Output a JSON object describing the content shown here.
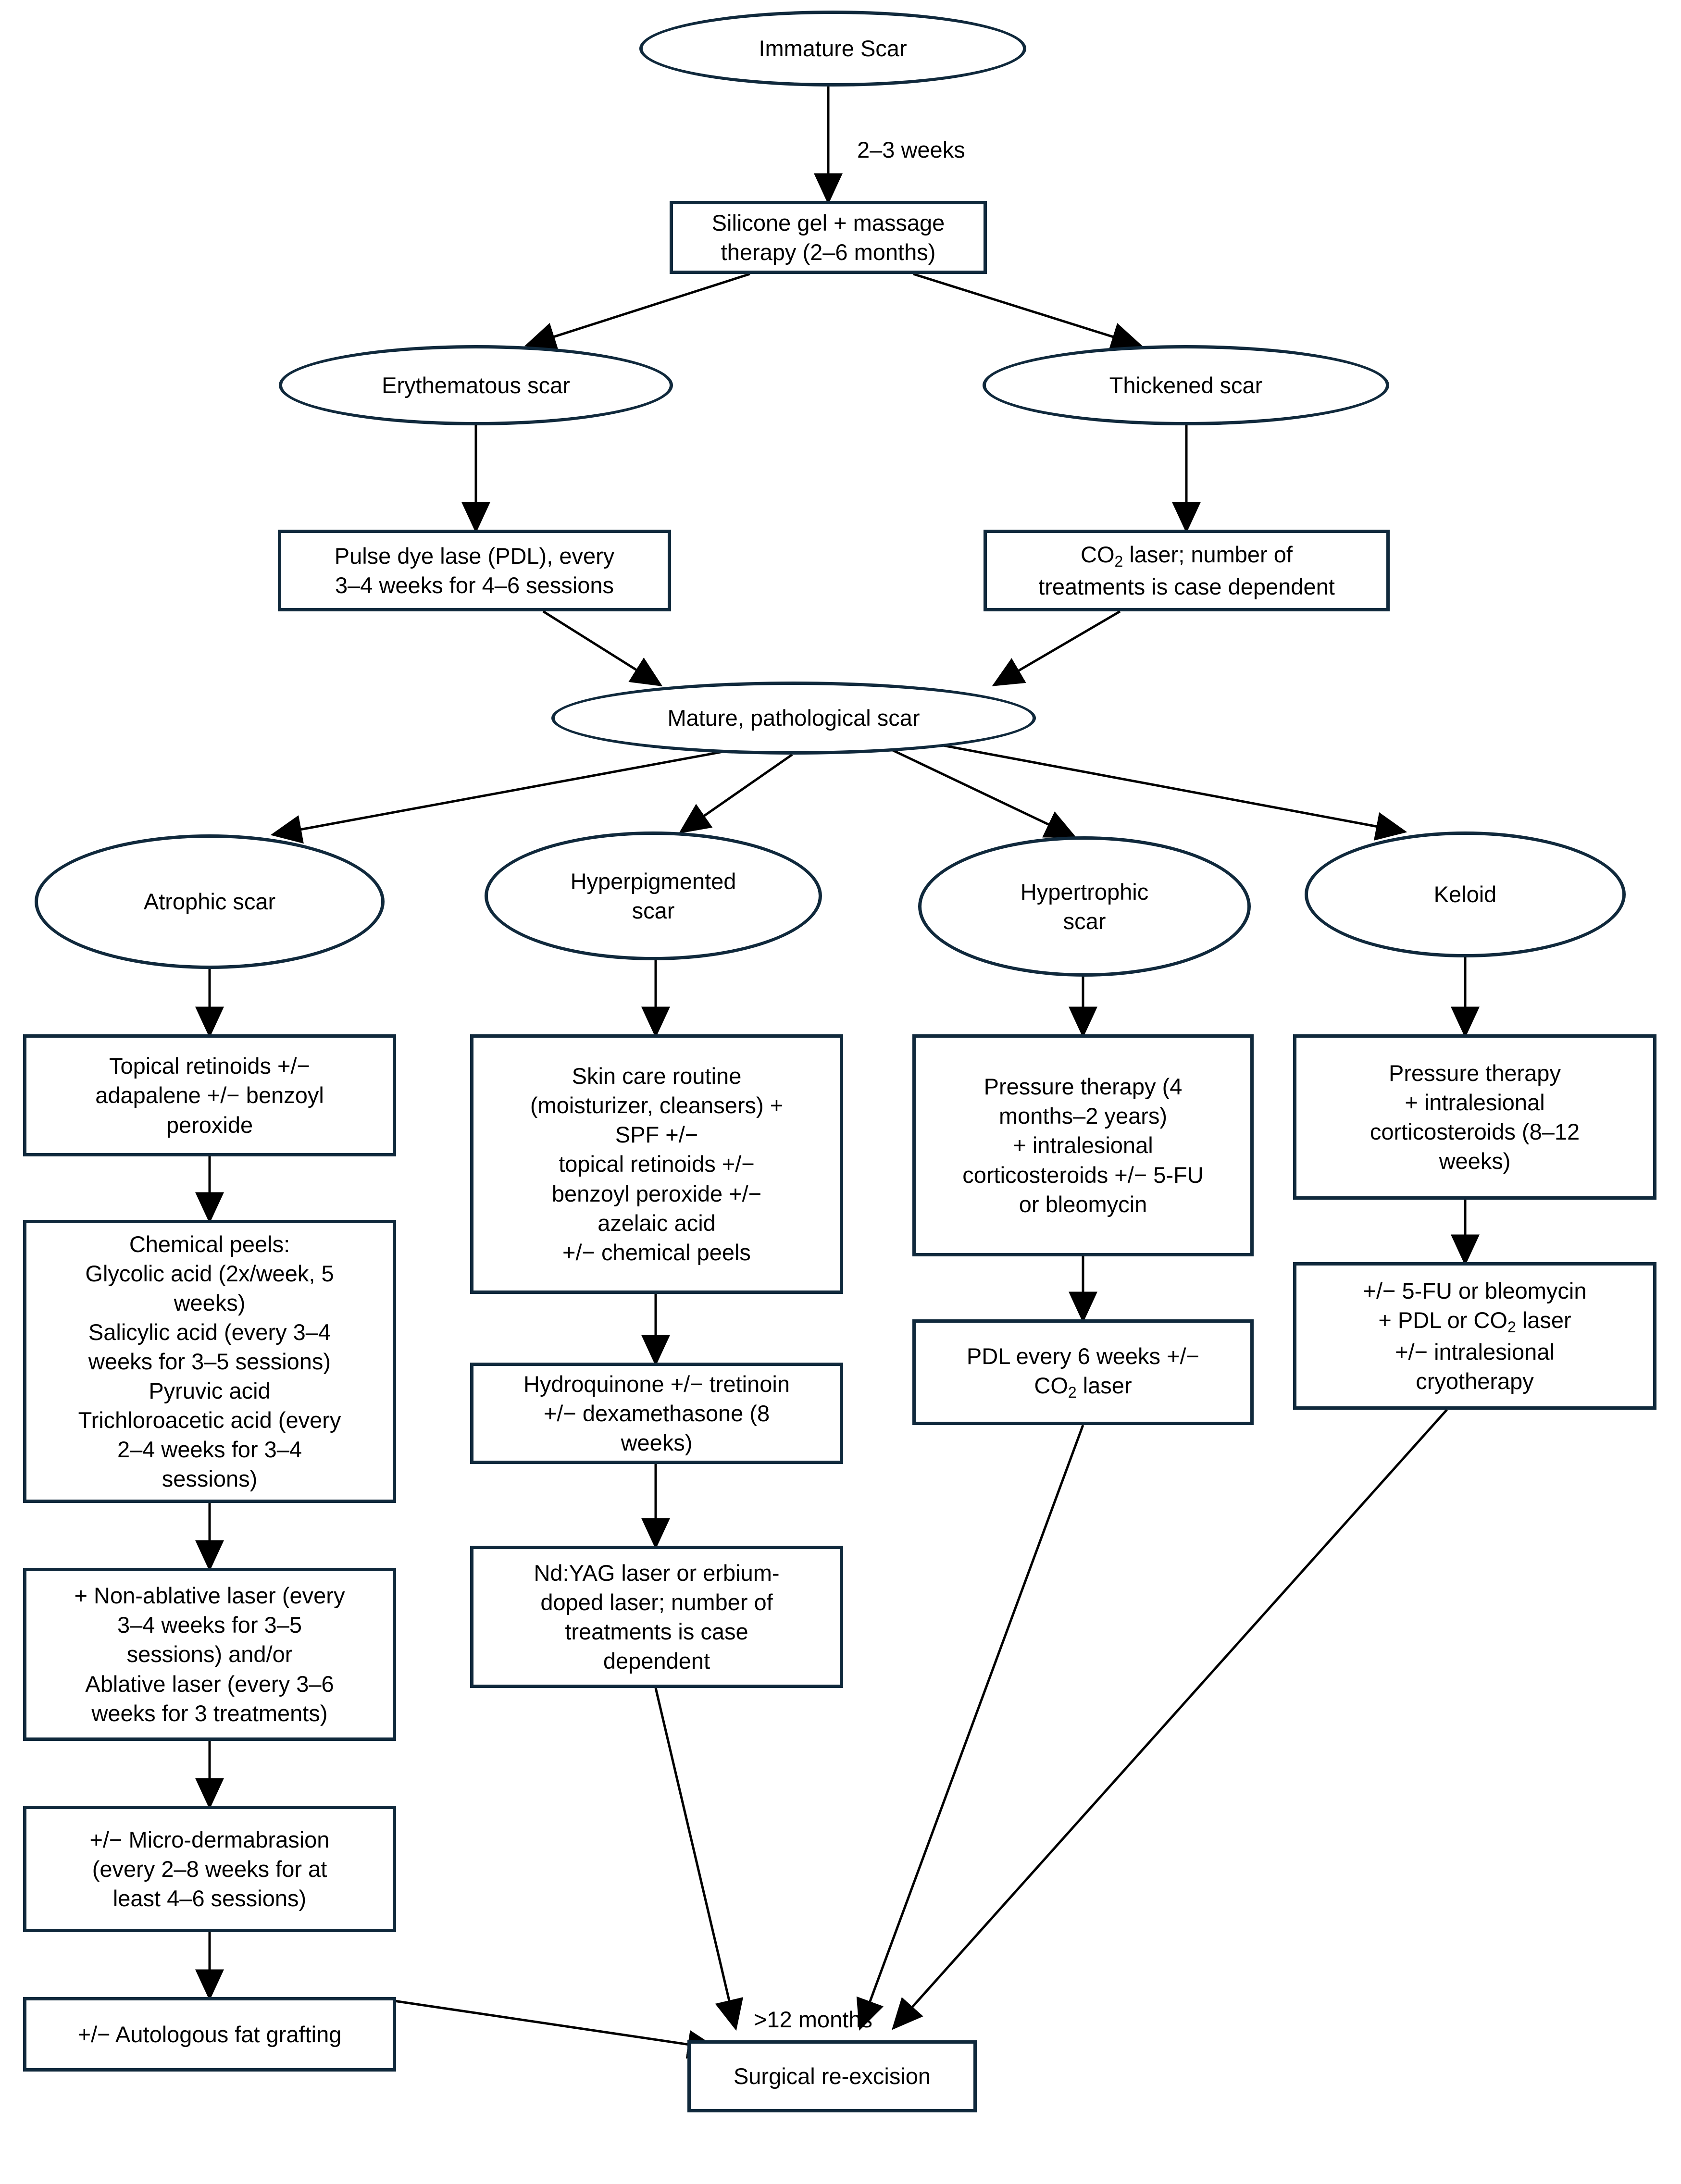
{
  "diagram": {
    "title": "Scar treatment algorithm flowchart",
    "colors": {
      "stroke": "#10293c",
      "arrow": "#000000",
      "text": "#000000",
      "background": "#ffffff"
    },
    "nodes": {
      "immature_scar": {
        "label": "Immature Scar",
        "shape": "ellipse"
      },
      "silicone_gel": {
        "label": "Silicone gel + massage\ntherapy (2–6 months)",
        "shape": "box"
      },
      "erythematous_scar": {
        "label": "Erythematous scar",
        "shape": "ellipse"
      },
      "thickened_scar": {
        "label": "Thickened scar",
        "shape": "ellipse"
      },
      "pdl_box": {
        "label": "Pulse dye lase (PDL), every\n3–4 weeks for 4–6 sessions",
        "shape": "box"
      },
      "co2_laser_box": {
        "label_pre": "CO",
        "label_sub": "2",
        "label_post": " laser; number of\ntreatments is case dependent",
        "label": "CO2 laser; number of treatments is case dependent",
        "shape": "box"
      },
      "mature_scar": {
        "label": "Mature, pathological scar",
        "shape": "ellipse"
      },
      "atrophic_scar": {
        "label": "Atrophic scar",
        "shape": "ellipse"
      },
      "hyperpigmented_scar": {
        "label": "Hyperpigmented\nscar",
        "shape": "ellipse"
      },
      "hypertrophic_scar": {
        "label": "Hypertrophic\nscar",
        "shape": "ellipse"
      },
      "keloid": {
        "label": "Keloid",
        "shape": "ellipse"
      },
      "atrophic_1": {
        "label": "Topical retinoids +/−\nadapalene +/− benzoyl\nperoxide",
        "shape": "box"
      },
      "atrophic_2": {
        "label": "Chemical peels:\nGlycolic acid (2x/week, 5\nweeks)\nSalicylic acid (every 3–4\nweeks for 3–5 sessions)\nPyruvic acid\nTrichloroacetic acid (every\n2–4 weeks for 3–4\nsessions)",
        "shape": "box"
      },
      "atrophic_3": {
        "label": "+ Non-ablative laser (every\n3–4 weeks for 3–5\nsessions) and/or\nAblative laser (every 3–6\nweeks for 3 treatments)",
        "shape": "box"
      },
      "atrophic_4": {
        "label": "+/− Micro-dermabrasion\n(every 2–8 weeks for at\nleast 4–6 sessions)",
        "shape": "box"
      },
      "atrophic_5": {
        "label": "+/− Autologous fat grafting",
        "shape": "box"
      },
      "hyperpig_1": {
        "label": "Skin care routine\n(moisturizer, cleansers) +\nSPF +/−\ntopical retinoids +/−\nbenzoyl peroxide +/−\nazelaic acid\n+/− chemical peels",
        "shape": "box"
      },
      "hyperpig_2": {
        "label": "Hydroquinone +/− tretinoin\n+/− dexamethasone (8\nweeks)",
        "shape": "box"
      },
      "hyperpig_3": {
        "label": "Nd:YAG laser or erbium-\ndoped laser; number of\ntreatments is case\ndependent",
        "shape": "box"
      },
      "hypertrophic_1": {
        "label": "Pressure therapy (4\nmonths–2 years)\n+ intralesional\ncorticosteroids +/− 5-FU\nor bleomycin",
        "shape": "box"
      },
      "hypertrophic_2": {
        "label_pre": "PDL every 6 weeks +/−\nCO",
        "label_sub": "2",
        "label_post": " laser",
        "label": "PDL every 6 weeks +/- CO2 laser",
        "shape": "box"
      },
      "keloid_1": {
        "label": "Pressure therapy\n+ intralesional\ncorticosteroids (8–12\nweeks)",
        "shape": "box"
      },
      "keloid_2": {
        "label_pre": "+/− 5-FU or bleomycin\n+ PDL or CO",
        "label_sub": "2",
        "label_post": " laser\n+/− intralesional\ncryotherapy",
        "label": "+/- 5-FU or bleomycin + PDL or CO2 laser +/- intralesional cryotherapy",
        "shape": "box"
      },
      "surgical_reexcision": {
        "label": "Surgical re-excision",
        "shape": "box"
      }
    },
    "edge_labels": {
      "weeks_2_3": "2–3 weeks",
      "months_12": ">12 months"
    }
  }
}
